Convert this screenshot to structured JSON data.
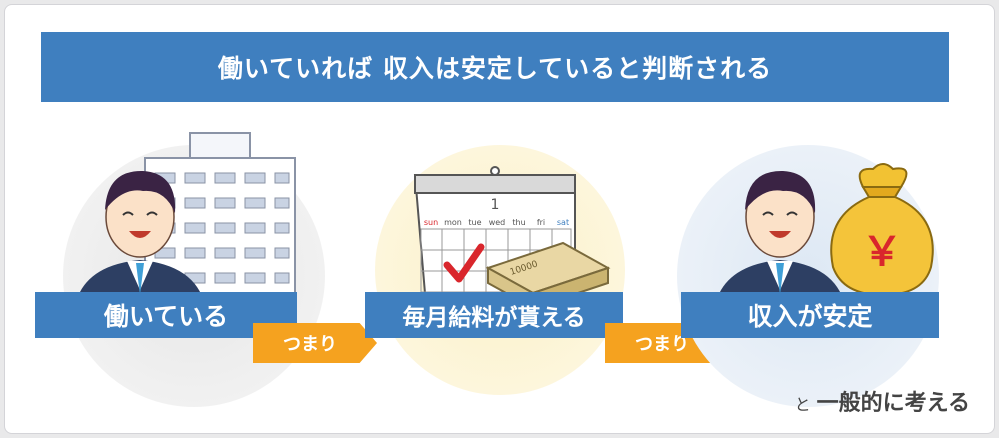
{
  "banner": {
    "title": "働いていれば 収入は安定していると判断される"
  },
  "steps": [
    {
      "label": "働いている"
    },
    {
      "label": "毎月給料が貰える"
    },
    {
      "label": "収入が安定"
    }
  ],
  "connectors": [
    {
      "label": "つまり"
    },
    {
      "label": "つまり"
    }
  ],
  "calendar": {
    "month": "1",
    "days": [
      "sun",
      "mon",
      "tue",
      "wed",
      "thu",
      "fri",
      "sat"
    ]
  },
  "moneybag": {
    "symbol": "￥"
  },
  "banknote": {
    "value": "10000"
  },
  "footer": {
    "particle": "と",
    "text": "一般的に考える"
  },
  "colors": {
    "accent_blue": "#3f7fbf",
    "arrow_orange": "#f5a21f",
    "check_red": "#d9262c"
  }
}
